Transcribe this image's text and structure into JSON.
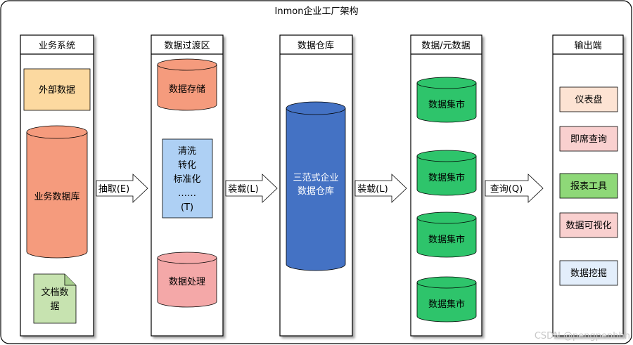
{
  "title": "Inmon企业工厂架构",
  "columns": {
    "business": {
      "header": "业务系统",
      "external": "外部数据",
      "db": "业务数据库",
      "doc_lines": [
        "文档数",
        "据"
      ]
    },
    "staging": {
      "header": "数据过渡区",
      "storage": "数据存储",
      "transform_lines": [
        "清洗",
        "转化",
        "标准化",
        "……",
        "(T)"
      ],
      "processing": "数据处理"
    },
    "warehouse": {
      "header": "数据仓库",
      "cylinder_lines": [
        "三范式企业",
        "数据仓库"
      ]
    },
    "marts": {
      "header": "数据/元数据",
      "items": [
        "数据集市",
        "数据集市",
        "数据集市",
        "数据集市"
      ]
    },
    "output": {
      "header": "输出端",
      "items": [
        "仪表盘",
        "即席查询",
        "报表工具",
        "数据可视化",
        "数据挖掘"
      ],
      "colors": [
        "#fde3d3",
        "#f9d0cf",
        "#8ed878",
        "#f9d0cf",
        "#e3eefb"
      ]
    }
  },
  "arrows": [
    "抽取(E)",
    "装载(L)",
    "装载(L)",
    "查询(Q)"
  ],
  "watermark": "CSDN @pengpenhhh",
  "colors": {
    "external_fill": "#fcd9a0",
    "db_fill": "#f59b7d",
    "doc_fill": "#c7e3b0",
    "storage_fill": "#f59b7d",
    "transform_fill": "#aed0f4",
    "processing_fill": "#f4a8a8",
    "warehouse_fill": "#4472c4",
    "mart_fill": "#2ec46b"
  }
}
